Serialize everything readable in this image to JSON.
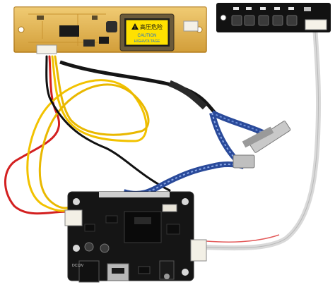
{
  "inverter": {
    "warning_cn": "高压危险",
    "warning_en_line1": "CAUTION",
    "warning_en_line2": "HIGHVOLTAGE"
  },
  "controller": {
    "port_label": "DC12V"
  },
  "colors": {
    "inverter_pcb": "#e8b64a",
    "warning_label": "#ffe100",
    "warning_text": "#1e6fd0",
    "controller_pcb": "#151515",
    "lvds_cable": "#2a4a9a",
    "wire_red": "#d32020",
    "wire_yellow": "#f2c200",
    "cable_black": "#111111"
  }
}
